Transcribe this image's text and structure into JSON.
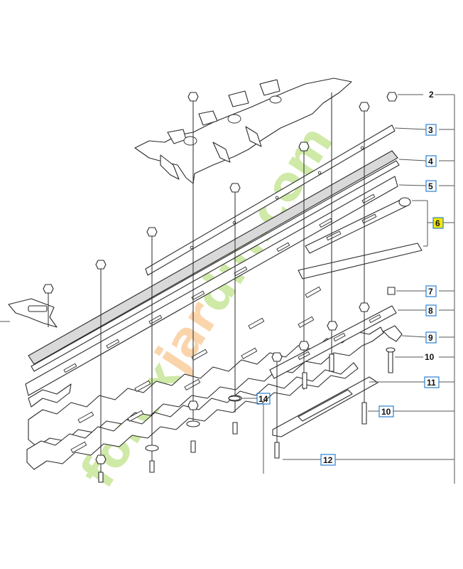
{
  "watermark": "forexjardin.com",
  "colors": {
    "watermark_green": "#a8d860",
    "watermark_orange": "#f6b36a",
    "box_blue": "#2a7fd0",
    "highlight": "#f2e600"
  },
  "callouts": [
    {
      "id": "c2",
      "label": "2",
      "boxed": false
    },
    {
      "id": "c3",
      "label": "3",
      "boxed": true
    },
    {
      "id": "c4",
      "label": "4",
      "boxed": true
    },
    {
      "id": "c5",
      "label": "5",
      "boxed": true
    },
    {
      "id": "c6",
      "label": "6",
      "boxed": true,
      "highlighted": true
    },
    {
      "id": "c7",
      "label": "7",
      "boxed": true
    },
    {
      "id": "c8",
      "label": "8",
      "boxed": true
    },
    {
      "id": "c9",
      "label": "9",
      "boxed": true
    },
    {
      "id": "c10a",
      "label": "10",
      "boxed": false
    },
    {
      "id": "c11",
      "label": "11",
      "boxed": true
    },
    {
      "id": "c10b",
      "label": "10",
      "boxed": true
    },
    {
      "id": "c12",
      "label": "12",
      "boxed": true
    },
    {
      "id": "c14",
      "label": "14",
      "boxed": true
    }
  ]
}
